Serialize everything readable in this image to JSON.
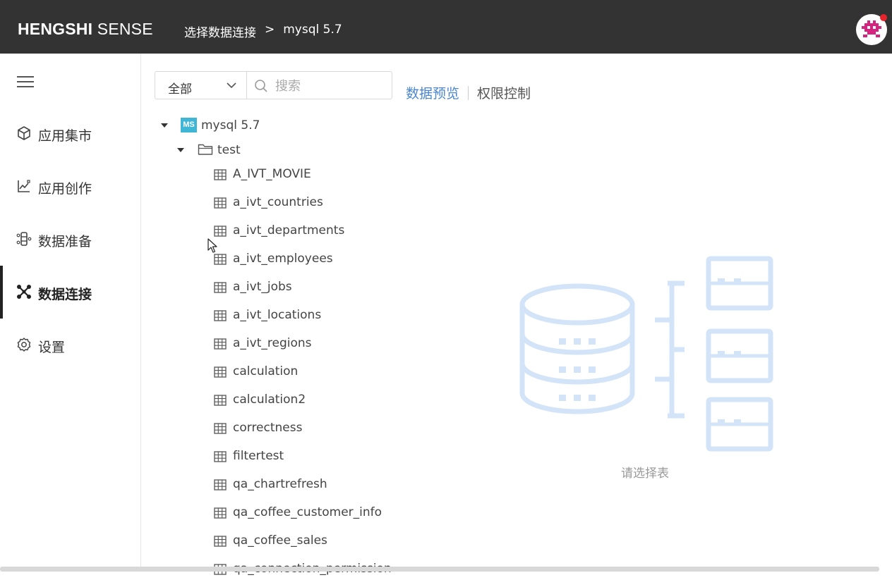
{
  "header": {
    "logo_bold": "HENGSHI",
    "logo_rest": " SENSE",
    "breadcrumb": [
      "选择数据连接",
      ">",
      "mysql 5.7"
    ]
  },
  "sidebar": {
    "items": [
      {
        "label": "应用集市",
        "icon": "cube-icon"
      },
      {
        "label": "应用创作",
        "icon": "chart-edit-icon"
      },
      {
        "label": "数据准备",
        "icon": "data-prep-icon"
      },
      {
        "label": "数据连接",
        "icon": "connection-icon",
        "active": true
      },
      {
        "label": "设置",
        "icon": "gear-icon"
      }
    ]
  },
  "toolbar": {
    "filter_value": "全部",
    "search_placeholder": "搜索"
  },
  "tabs": {
    "preview": "数据预览",
    "permission": "权限控制"
  },
  "tree": {
    "connection": {
      "badge": "MS",
      "name": "mysql 5.7"
    },
    "schema": "test",
    "tables": [
      "A_IVT_MOVIE",
      "a_ivt_countries",
      "a_ivt_departments",
      "a_ivt_employees",
      "a_ivt_jobs",
      "a_ivt_locations",
      "a_ivt_regions",
      "calculation",
      "calculation2",
      "correctness",
      "filtertest",
      "qa_chartrefresh",
      "qa_coffee_customer_info",
      "qa_coffee_sales",
      "qa_connection_permission"
    ]
  },
  "empty_state": {
    "text": "请选择表",
    "color": "#d3e3f8"
  },
  "colors": {
    "topbar": "#333333",
    "accent": "#4a86d0",
    "badge": "#3fb6d6"
  }
}
